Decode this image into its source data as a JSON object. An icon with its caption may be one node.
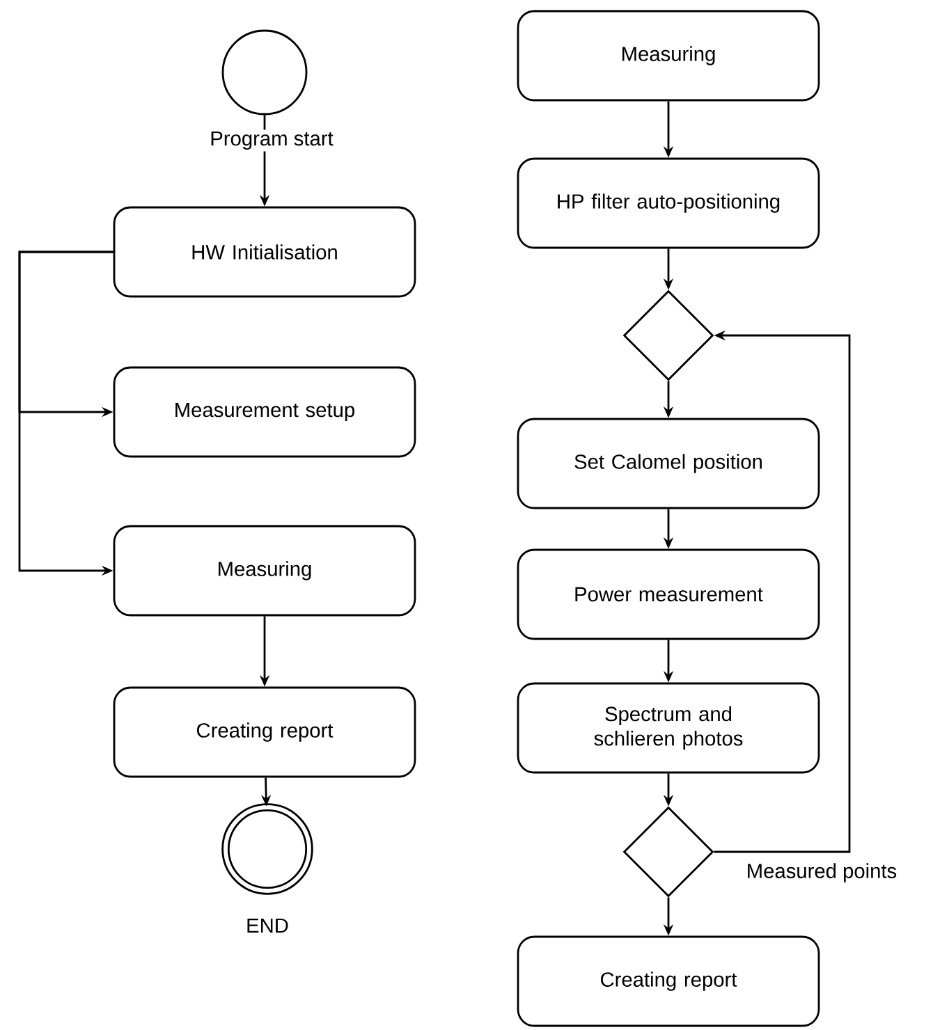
{
  "diagram": {
    "nodes": [
      {
        "text": [],
        "shape": "circle",
        "beside": [
          "Program start"
        ]
      },
      {
        "text": [
          "HW Initialisation"
        ]
      },
      {
        "text": [
          "Measurement setup"
        ]
      },
      {
        "text": [
          "Measuring"
        ]
      },
      {
        "text": [
          "Creating report"
        ]
      },
      {
        "text": [],
        "shape": "circle",
        "beside": [
          "END"
        ]
      },
      {
        "text": [
          "Measuring"
        ]
      },
      {
        "text": [
          "HP filter auto-positioning"
        ]
      },
      {
        "text": [],
        "shape": "diamond"
      },
      {
        "text": [
          "Set Calomel position"
        ]
      },
      {
        "text": [
          "Power measurement"
        ]
      },
      {
        "text": [
          "Spectrum and schlieren photos"
        ]
      },
      {
        "text": [],
        "shape": "diamond"
      },
      {
        "text": [
          "Creating report"
        ]
      }
    ],
    "edges": [
      {
        "from": 0,
        "to": 1,
        "arrow": "to"
      },
      {
        "from": 1,
        "to": 2,
        "arrow": "to"
      },
      {
        "from": 1,
        "to": 3,
        "arrow": "to"
      },
      {
        "from": 3,
        "to": 4,
        "arrow": "to"
      },
      {
        "from": 4,
        "to": 5,
        "arrow": "to"
      },
      {
        "from": 6,
        "to": 7,
        "arrow": "to"
      },
      {
        "from": 7,
        "to": 8,
        "arrow": "to"
      },
      {
        "from": 8,
        "to": 9,
        "arrow": "to"
      },
      {
        "from": 9,
        "to": 10,
        "arrow": "to"
      },
      {
        "from": 10,
        "to": 11,
        "arrow": "to"
      },
      {
        "from": 11,
        "to": 12,
        "arrow": "to"
      },
      {
        "from": 12,
        "to": 8,
        "arrow": "to",
        "label": "Measured points"
      },
      {
        "from": 12,
        "to": 13,
        "arrow": "to"
      }
    ]
  }
}
